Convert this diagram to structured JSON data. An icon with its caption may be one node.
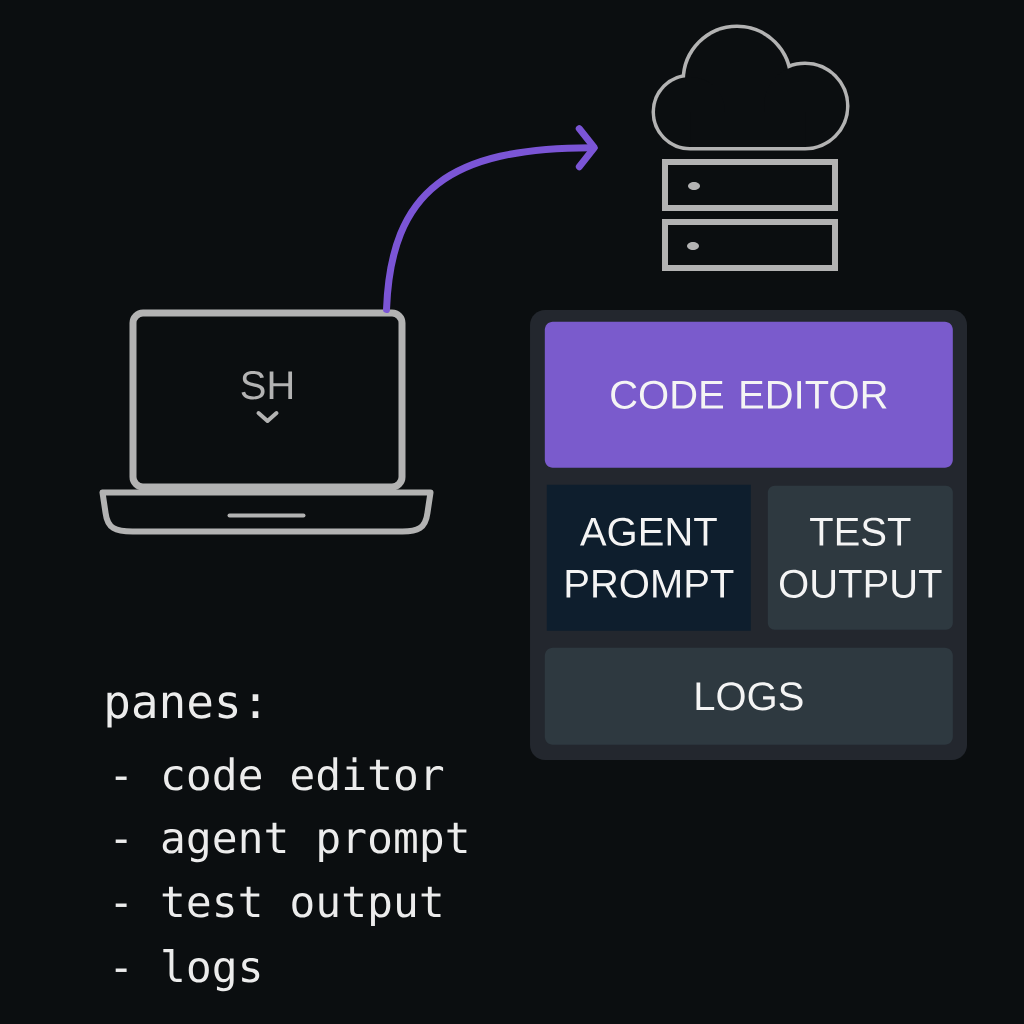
{
  "diagram": {
    "nodes": [
      {
        "text": [
          "SH"
        ]
      },
      {
        "text": [],
        "shape": "picture"
      },
      {
        "text": [],
        "shape": "box"
      },
      {
        "text": [
          "CODE EDITOR"
        ],
        "in": 2
      },
      {
        "text": [
          "AGENT PROMPT"
        ],
        "in": 2
      },
      {
        "text": [
          "TEST OUTPUT"
        ],
        "in": 2
      },
      {
        "text": [
          "LOGS"
        ],
        "in": 2
      }
    ],
    "edges": [
      {
        "from": 0,
        "to": 1,
        "arrow": "to",
        "color": "#7b55d6"
      }
    ],
    "labels": [
      "panes:",
      "- code editor",
      "- agent prompt",
      "- test output",
      "- logs"
    ]
  }
}
